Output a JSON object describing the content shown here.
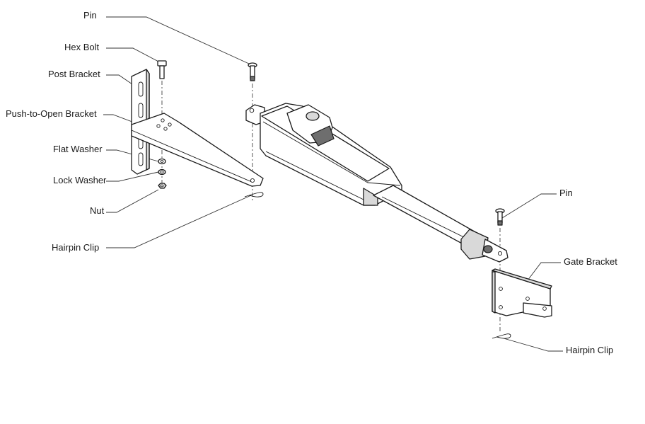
{
  "labels": {
    "pin_top": "Pin",
    "hex_bolt": "Hex Bolt",
    "post_bracket": "Post Bracket",
    "push_to_open_bracket": "Push-to-Open Bracket",
    "flat_washer": "Flat Washer",
    "lock_washer": "Lock Washer",
    "nut": "Nut",
    "hairpin_clip_left": "Hairpin Clip",
    "pin_right": "Pin",
    "gate_bracket": "Gate Bracket",
    "hairpin_clip_right": "Hairpin Clip"
  }
}
